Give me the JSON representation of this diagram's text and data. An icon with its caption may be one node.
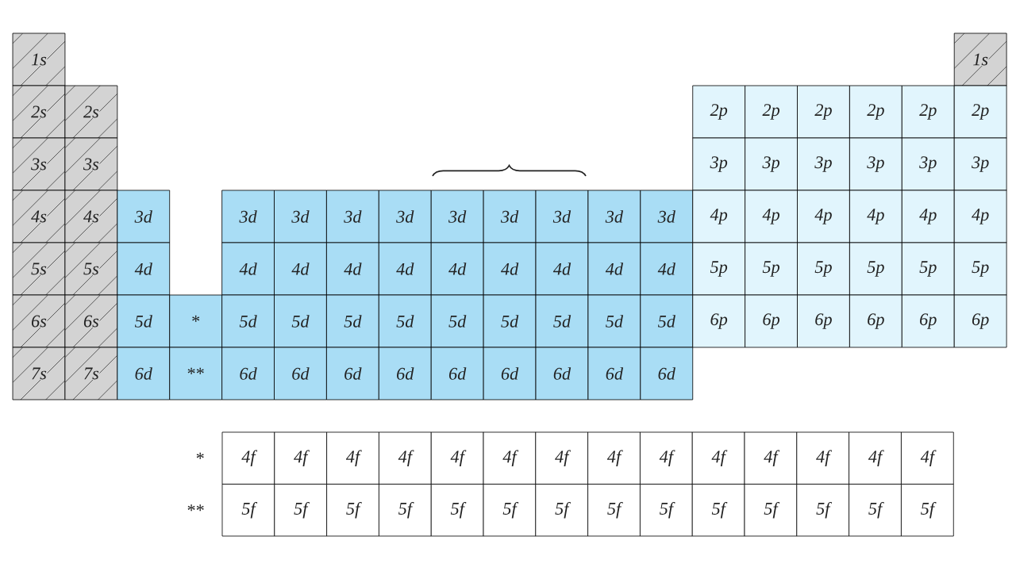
{
  "diagram": {
    "nodes": [
      {
        "text": [
          "1s"
        ]
      },
      {
        "text": [
          "1s"
        ]
      },
      {
        "text": [
          "2s"
        ]
      },
      {
        "text": [
          "2s"
        ]
      },
      {
        "text": [
          "2p"
        ]
      },
      {
        "text": [
          "2p"
        ]
      },
      {
        "text": [
          "2p"
        ]
      },
      {
        "text": [
          "2p"
        ]
      },
      {
        "text": [
          "2p"
        ]
      },
      {
        "text": [
          "2p"
        ]
      },
      {
        "text": [
          "3s"
        ]
      },
      {
        "text": [
          "3s"
        ]
      },
      {
        "text": [
          "3p"
        ]
      },
      {
        "text": [
          "3p"
        ]
      },
      {
        "text": [
          "3p"
        ]
      },
      {
        "text": [
          "3p"
        ]
      },
      {
        "text": [
          "3p"
        ]
      },
      {
        "text": [
          "3p"
        ]
      },
      {
        "text": [
          "4s"
        ]
      },
      {
        "text": [
          "4s"
        ]
      },
      {
        "text": [
          "3d"
        ]
      },
      {
        "text": [
          "3d"
        ]
      },
      {
        "text": [
          "3d"
        ]
      },
      {
        "text": [
          "3d"
        ]
      },
      {
        "text": [
          "3d"
        ]
      },
      {
        "text": [
          "3d"
        ]
      },
      {
        "text": [
          "3d"
        ]
      },
      {
        "text": [
          "3d"
        ]
      },
      {
        "text": [
          "3d"
        ]
      },
      {
        "text": [
          "3d"
        ]
      },
      {
        "text": [
          "4p"
        ]
      },
      {
        "text": [
          "4p"
        ]
      },
      {
        "text": [
          "4p"
        ]
      },
      {
        "text": [
          "4p"
        ]
      },
      {
        "text": [
          "4p"
        ]
      },
      {
        "text": [
          "4p"
        ]
      },
      {
        "text": [
          "5s"
        ]
      },
      {
        "text": [
          "5s"
        ]
      },
      {
        "text": [
          "4d"
        ]
      },
      {
        "text": [
          "4d"
        ]
      },
      {
        "text": [
          "4d"
        ]
      },
      {
        "text": [
          "4d"
        ]
      },
      {
        "text": [
          "4d"
        ]
      },
      {
        "text": [
          "4d"
        ]
      },
      {
        "text": [
          "4d"
        ]
      },
      {
        "text": [
          "4d"
        ]
      },
      {
        "text": [
          "4d"
        ]
      },
      {
        "text": [
          "4d"
        ]
      },
      {
        "text": [
          "5p"
        ]
      },
      {
        "text": [
          "5p"
        ]
      },
      {
        "text": [
          "5p"
        ]
      },
      {
        "text": [
          "5p"
        ]
      },
      {
        "text": [
          "5p"
        ]
      },
      {
        "text": [
          "5p"
        ]
      },
      {
        "text": [
          "6s"
        ]
      },
      {
        "text": [
          "6s"
        ]
      },
      {
        "text": [
          "5d"
        ]
      },
      {
        "text": [
          "*"
        ]
      },
      {
        "text": [
          "5d"
        ]
      },
      {
        "text": [
          "5d"
        ]
      },
      {
        "text": [
          "5d"
        ]
      },
      {
        "text": [
          "5d"
        ]
      },
      {
        "text": [
          "5d"
        ]
      },
      {
        "text": [
          "5d"
        ]
      },
      {
        "text": [
          "5d"
        ]
      },
      {
        "text": [
          "5d"
        ]
      },
      {
        "text": [
          "5d"
        ]
      },
      {
        "text": [
          "6p"
        ]
      },
      {
        "text": [
          "6p"
        ]
      },
      {
        "text": [
          "6p"
        ]
      },
      {
        "text": [
          "6p"
        ]
      },
      {
        "text": [
          "6p"
        ]
      },
      {
        "text": [
          "6p"
        ]
      },
      {
        "text": [
          "7s"
        ]
      },
      {
        "text": [
          "7s"
        ]
      },
      {
        "text": [
          "6d"
        ]
      },
      {
        "text": [
          "**"
        ]
      },
      {
        "text": [
          "6d"
        ]
      },
      {
        "text": [
          "6d"
        ]
      },
      {
        "text": [
          "6d"
        ]
      },
      {
        "text": [
          "6d"
        ]
      },
      {
        "text": [
          "6d"
        ]
      },
      {
        "text": [
          "6d"
        ]
      },
      {
        "text": [
          "6d"
        ]
      },
      {
        "text": [
          "6d"
        ]
      },
      {
        "text": [
          "6d"
        ]
      },
      {
        "text": [
          "4f"
        ]
      },
      {
        "text": [
          "4f"
        ]
      },
      {
        "text": [
          "4f"
        ]
      },
      {
        "text": [
          "4f"
        ]
      },
      {
        "text": [
          "4f"
        ]
      },
      {
        "text": [
          "4f"
        ]
      },
      {
        "text": [
          "4f"
        ]
      },
      {
        "text": [
          "4f"
        ]
      },
      {
        "text": [
          "4f"
        ]
      },
      {
        "text": [
          "4f"
        ]
      },
      {
        "text": [
          "4f"
        ]
      },
      {
        "text": [
          "4f"
        ]
      },
      {
        "text": [
          "4f"
        ]
      },
      {
        "text": [
          "4f"
        ]
      },
      {
        "text": [
          "5f"
        ]
      },
      {
        "text": [
          "5f"
        ]
      },
      {
        "text": [
          "5f"
        ]
      },
      {
        "text": [
          "5f"
        ]
      },
      {
        "text": [
          "5f"
        ]
      },
      {
        "text": [
          "5f"
        ]
      },
      {
        "text": [
          "5f"
        ]
      },
      {
        "text": [
          "5f"
        ]
      },
      {
        "text": [
          "5f"
        ]
      },
      {
        "text": [
          "5f"
        ]
      },
      {
        "text": [
          "5f"
        ]
      },
      {
        "text": [
          "5f"
        ]
      },
      {
        "text": [
          "5f"
        ]
      },
      {
        "text": [
          "5f"
        ]
      }
    ],
    "labels": [
      "*",
      "**"
    ]
  }
}
